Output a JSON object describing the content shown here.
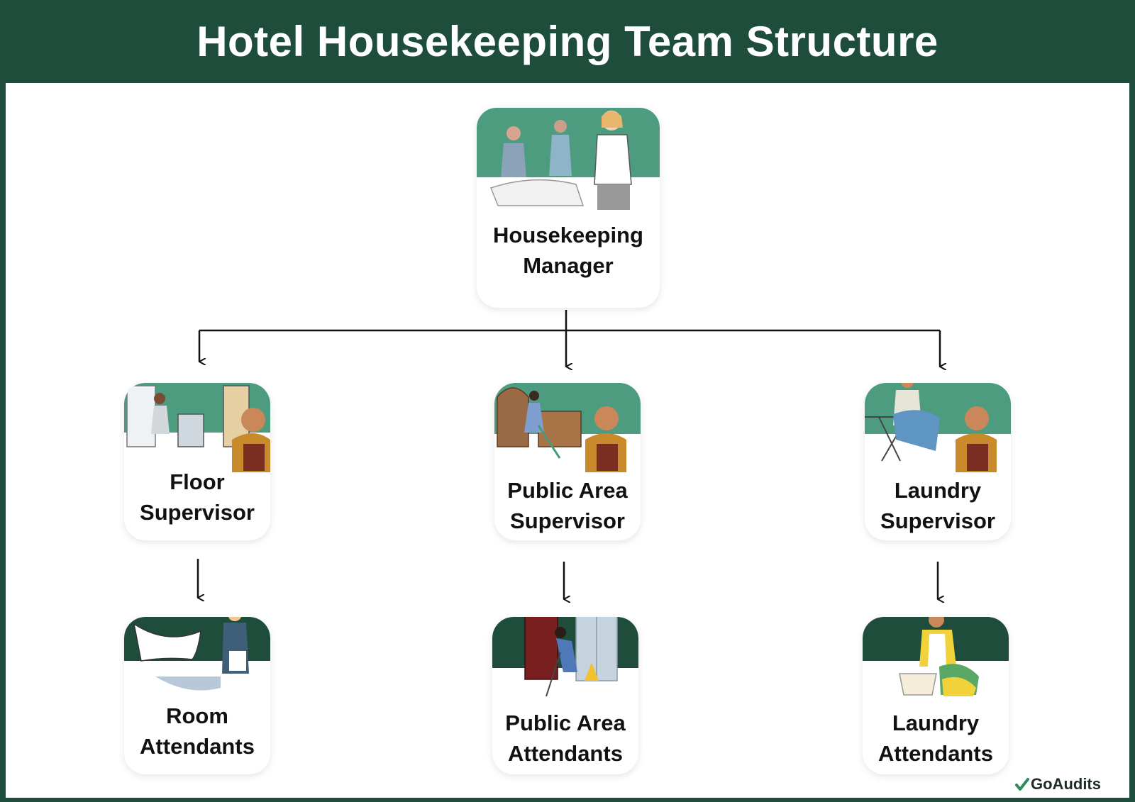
{
  "title": "Hotel Housekeeping Team Structure",
  "nodes": {
    "manager": {
      "line1": "Housekeeping",
      "line2": "Manager"
    },
    "floor_supervisor": {
      "line1": "Floor",
      "line2": "Supervisor"
    },
    "public_area_supervisor": {
      "line1": "Public Area",
      "line2": "Supervisor"
    },
    "laundry_supervisor": {
      "line1": "Laundry",
      "line2": "Supervisor"
    },
    "room_attendants": {
      "line1": "Room",
      "line2": "Attendants"
    },
    "public_area_attendants": {
      "line1": "Public Area",
      "line2": "Attendants"
    },
    "laundry_attendants": {
      "line1": "Laundry",
      "line2": "Attendants"
    }
  },
  "brand": {
    "name": "GoAudits",
    "icon": "check-logo-icon"
  },
  "colors": {
    "header": "#1f4d3c",
    "card_band_light": "#4e9c80",
    "card_band_dark": "#1f4d3c",
    "connector": "#111111"
  }
}
